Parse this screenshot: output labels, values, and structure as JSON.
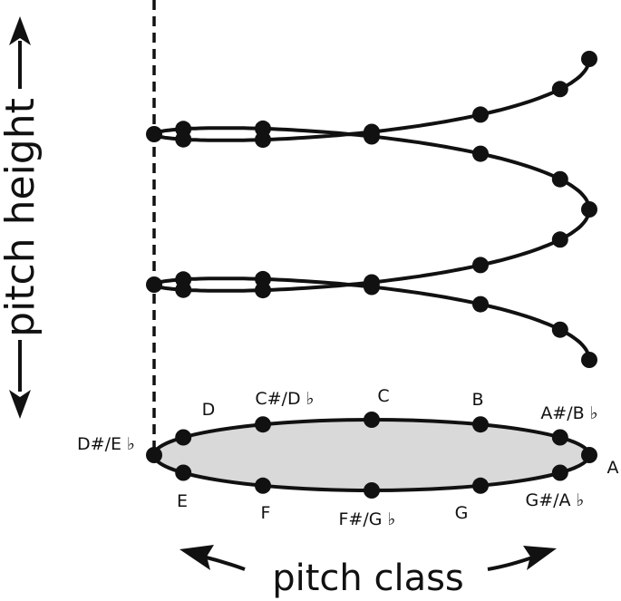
{
  "axis": {
    "vertical_label": "pitch height",
    "horizontal_label": "pitch class"
  },
  "notes": [
    {
      "id": "c",
      "label": "C"
    },
    {
      "id": "b",
      "label": "B"
    },
    {
      "id": "a-sharp",
      "label": "A#/B ♭"
    },
    {
      "id": "a",
      "label": "A"
    },
    {
      "id": "g-sharp",
      "label": "G#/A ♭"
    },
    {
      "id": "g",
      "label": "G"
    },
    {
      "id": "f-sharp",
      "label": "F#/G ♭"
    },
    {
      "id": "f",
      "label": "F"
    },
    {
      "id": "e",
      "label": "E"
    },
    {
      "id": "d-sharp",
      "label": "D#/E ♭"
    },
    {
      "id": "d",
      "label": "D"
    },
    {
      "id": "c-sharp",
      "label": "C#/D ♭"
    }
  ],
  "colors": {
    "line": "#111111",
    "base_fill": "#d9d9d9"
  }
}
